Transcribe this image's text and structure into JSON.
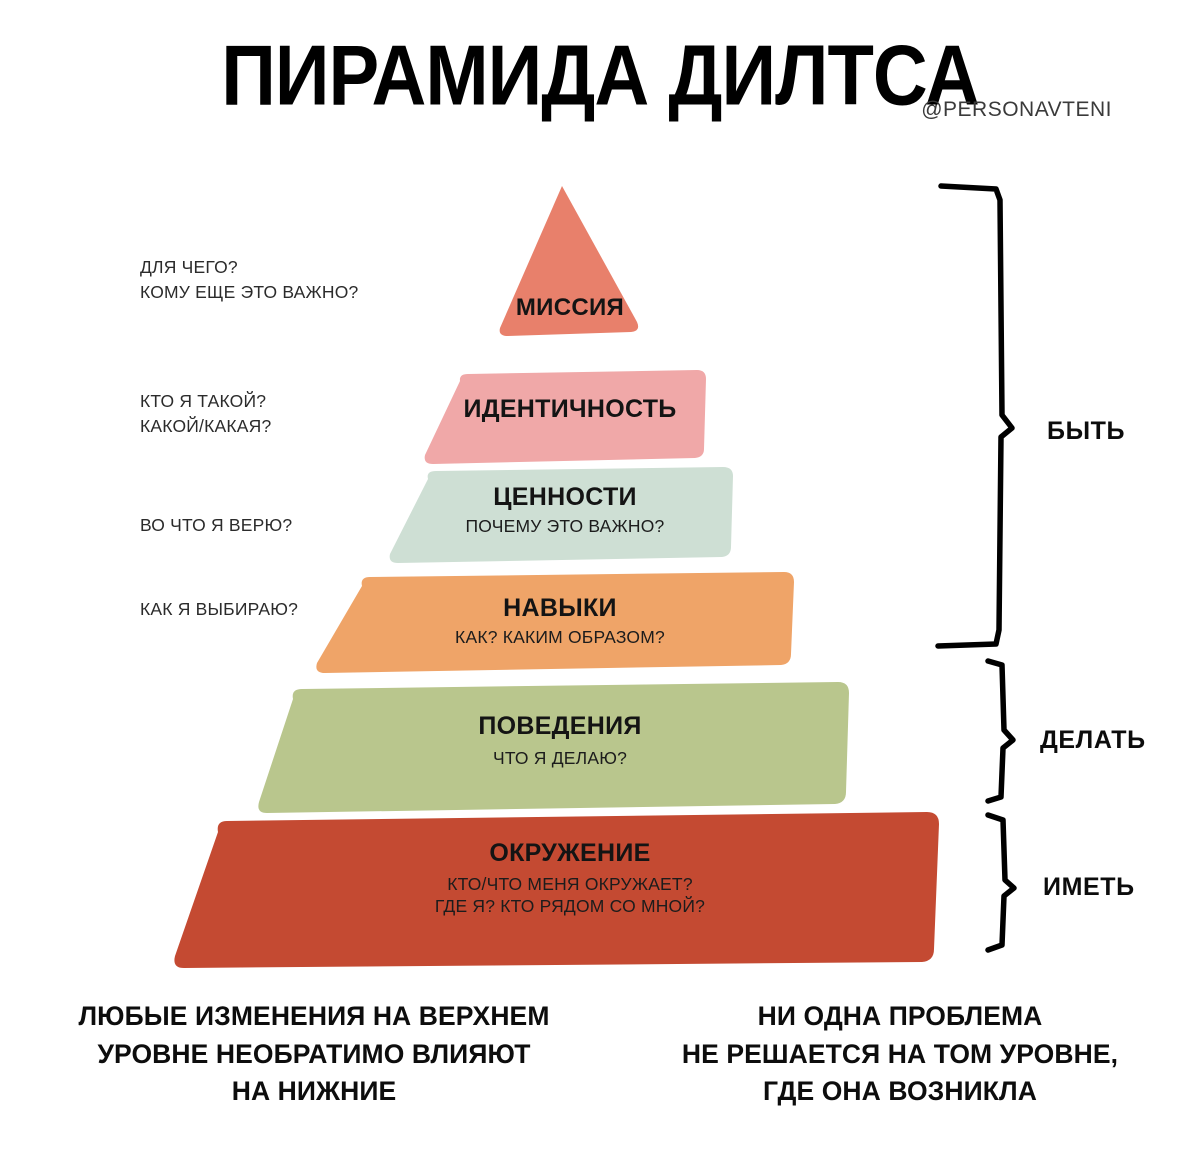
{
  "header": {
    "title": "ПИРАМИДА ДИЛТСА",
    "handle": "@PERSONAVTENI"
  },
  "colors": {
    "background": "#ffffff",
    "mission": "#E8806B",
    "identity": "#F0A8A8",
    "values": "#CEDFD4",
    "skills": "#EFA468",
    "behavior": "#B9C68D",
    "environment": "#C44A32",
    "text": "#111111",
    "brace": "#000000"
  },
  "pyramid": {
    "levels": [
      {
        "key": "mission",
        "title": "МИССИЯ",
        "subtitle": "",
        "color": "#E8806B",
        "question": "ДЛЯ ЧЕГО?\nКОМУ ЕЩЕ ЭТО ВАЖНО?",
        "group": "БЫТЬ"
      },
      {
        "key": "identity",
        "title": "ИДЕНТИЧНОСТЬ",
        "subtitle": "",
        "color": "#F0A8A8",
        "question": "КТО Я ТАКОЙ?\nКАКОЙ/КАКАЯ?",
        "group": "БЫТЬ"
      },
      {
        "key": "values",
        "title": "ЦЕННОСТИ",
        "subtitle": "ПОЧЕМУ ЭТО ВАЖНО?",
        "color": "#CEDFD4",
        "question": "ВО ЧТО Я ВЕРЮ?",
        "group": "БЫТЬ"
      },
      {
        "key": "skills",
        "title": "НАВЫКИ",
        "subtitle": "КАК? КАКИМ ОБРАЗОМ?",
        "color": "#EFA468",
        "question": "КАК Я ВЫБИРАЮ?",
        "group": "БЫТЬ"
      },
      {
        "key": "behavior",
        "title": "ПОВЕДЕНИЯ",
        "subtitle": "ЧТО Я ДЕЛАЮ?",
        "color": "#B9C68D",
        "question": "",
        "group": "ДЕЛАТЬ"
      },
      {
        "key": "environment",
        "title": "ОКРУЖЕНИЕ",
        "subtitle": "КТО/ЧТО МЕНЯ ОКРУЖАЕТ?\nГДЕ Я? КТО РЯДОМ СО МНОЙ?",
        "color": "#C44A32",
        "question": "",
        "group": "ИМЕТЬ"
      }
    ]
  },
  "groups": [
    {
      "key": "be",
      "label": "БЫТЬ"
    },
    {
      "key": "do",
      "label": "ДЕЛАТЬ"
    },
    {
      "key": "have",
      "label": "ИМЕТЬ"
    }
  ],
  "footer": {
    "left": "ЛЮБЫЕ ИЗМЕНЕНИЯ НА ВЕРХНЕМ\nУРОВНЕ НЕОБРАТИМО ВЛИЯЮТ\nНА НИЖНИЕ",
    "right": "НИ ОДНА ПРОБЛЕМА\nНЕ РЕШАЕТСЯ НА ТОМ УРОВНЕ,\nГДЕ ОНА ВОЗНИКЛА"
  }
}
